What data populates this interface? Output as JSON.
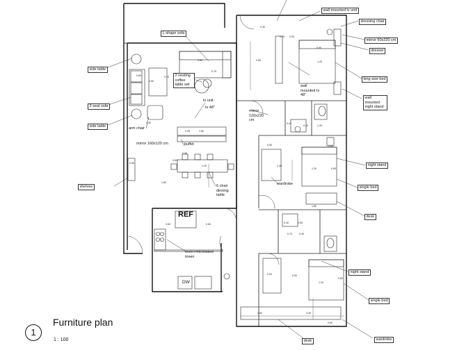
{
  "labels": {
    "wall_tv_top": "wall mounted tv unit",
    "dressing_chair": "dressing chair",
    "mirror_60": "mirror 60x220 cm",
    "dresser": "dresser",
    "lshape_sofa": "L-shape sofa",
    "side_table_1": "side table",
    "nesting_coffee": "2 nesting coffee table set",
    "king_bed": "king size bed",
    "wall_tv_48": "wall mounted tv 48\"",
    "wall_night_stand": "wall mounted night stand",
    "three_seat_sofa": "3 seat sofa",
    "tv_unit": "tv unit",
    "tv_48": "tv 48\"",
    "side_table_2": "side table",
    "arm_chair": "arm chair",
    "mirror_120": "mirror 120x220 cm",
    "buffet": "buffet",
    "mirror_160": "mirror 160x120 cm",
    "night_stand_1": "night stand",
    "six_chair": "6 chair dinning table",
    "wardrobe_1": "wardrobe",
    "single_bed_1": "single bed",
    "shelves": "shelves",
    "desk_1": "desk",
    "ref": "REF",
    "oven": "oven+microwave tower",
    "dw": "DW",
    "night_stand_2": "night stand",
    "single_bed_2": "single bed",
    "desk_2": "desk",
    "wardrobe_2": "wardrobe"
  },
  "dims": [
    "2.60",
    "0.30",
    "0.40",
    "0.30",
    "0.90",
    "1.20",
    "0.80",
    "0.60",
    "0.50",
    "0.70",
    "1.80",
    "0.75",
    "0.05",
    "0.90",
    "1.20",
    "0.60",
    "0.60",
    "1.80",
    "0.40",
    "0.41",
    "0.40",
    "1.39",
    "0.90",
    "2.40",
    "1.20",
    "0.60",
    "0.60",
    "1.80",
    "0.40",
    "0.50",
    "0.70",
    "0.40",
    "0.60",
    "0.60",
    "2.00",
    "0.90",
    "1.20",
    "0.60",
    "3.30",
    "0.60",
    "0.60"
  ],
  "title_block": {
    "number": "1",
    "title": "Furniture plan",
    "scale": "1 : 100"
  }
}
